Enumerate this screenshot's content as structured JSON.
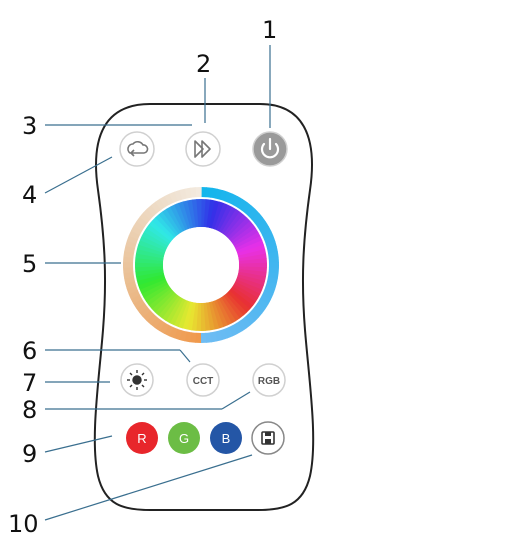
{
  "callouts": {
    "c1": "1",
    "c2": "2",
    "c3": "3",
    "c4": "4",
    "c5": "5",
    "c6": "6",
    "c7": "7",
    "c8": "8",
    "c9": "9",
    "c10": "10"
  },
  "remote": {
    "buttons": {
      "cct": "CCT",
      "rgb": "RGB",
      "r": "R",
      "g": "G",
      "b": "B"
    },
    "icons": {
      "mode": "cycle-mode-icon",
      "speed": "fast-forward-icon",
      "power": "power-icon",
      "brightness": "brightness-sun-icon",
      "save": "save-floppy-icon"
    },
    "colors": {
      "r": "#e8262b",
      "g": "#6cbd45",
      "b": "#2456a6",
      "power": "#9a9a9a"
    }
  }
}
